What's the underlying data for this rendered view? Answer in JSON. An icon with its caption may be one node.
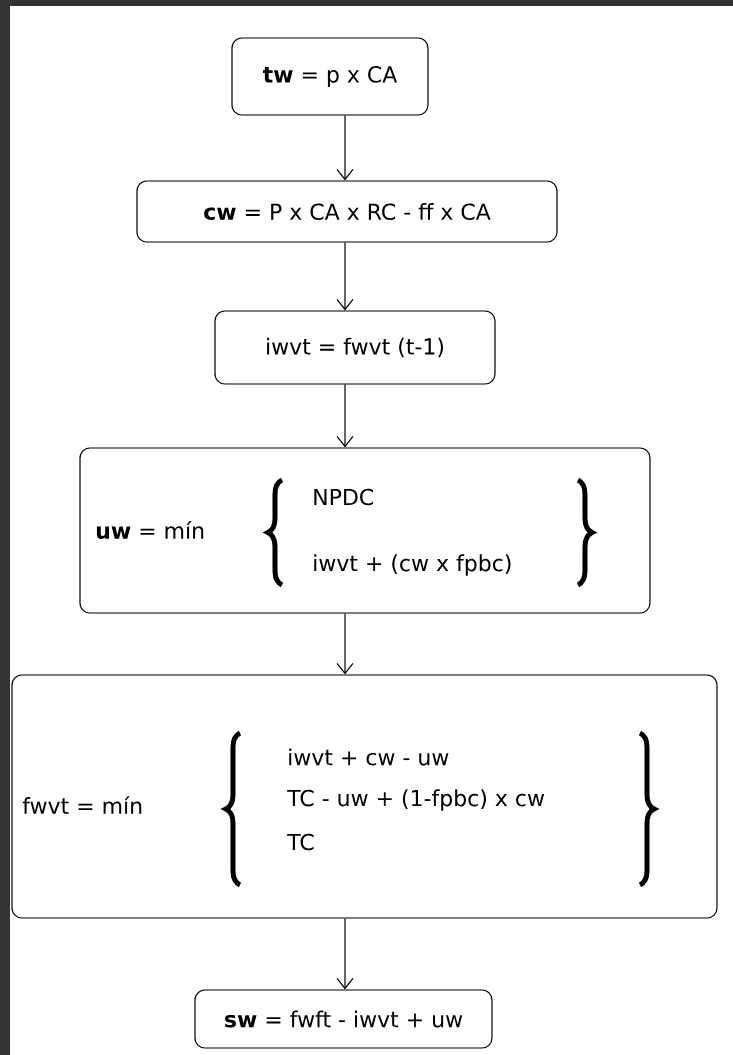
{
  "diagram": {
    "nodes": [
      {
        "text": [
          "**tw** = p x CA"
        ]
      },
      {
        "text": [
          "**cw** = P x CA x RC - ff x CA"
        ]
      },
      {
        "text": [
          "iwvt = fwvt (t-1)"
        ]
      },
      {
        "text": [
          "**uw** = mín",
          "NPDC",
          "iwvt + (cw x fpbc)"
        ]
      },
      {
        "text": [
          "fwvt = mín",
          "iwvt + cw - uw",
          "TC - uw + (1-fpbc) x cw",
          "TC"
        ]
      },
      {
        "text": [
          "**sw** = fwft - iwvt + uw"
        ]
      }
    ],
    "edges": [
      {
        "from": 0,
        "to": 1,
        "arrow": "to"
      },
      {
        "from": 1,
        "to": 2,
        "arrow": "to"
      },
      {
        "from": 2,
        "to": 3,
        "arrow": "to"
      },
      {
        "from": 3,
        "to": 4,
        "arrow": "to"
      },
      {
        "from": 4,
        "to": 5,
        "arrow": "to"
      }
    ]
  }
}
